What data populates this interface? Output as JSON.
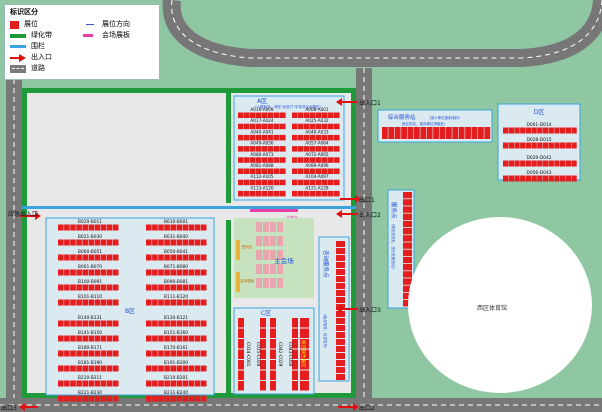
{
  "legend": {
    "title": "标识区分",
    "booth": "展位",
    "booth_direction": "展位方向",
    "green_belt": "绿化带",
    "venue_board": "会场展板",
    "fence": "围栏",
    "entrance": "出入口",
    "road": "道路"
  },
  "colors": {
    "booth": "#e41e1e",
    "green": "#1f9a3a",
    "fence": "#3aa3e0",
    "road": "#7a7a7a",
    "board": "#e53fa8",
    "entrance": "#e01010",
    "label_blue": "#1a4fd6",
    "grass": "#8fc7a3"
  },
  "zone_a": {
    "title": "A区",
    "note": "（人数较多，请在\"北校门\"中找寻企业展位）",
    "rows": [
      "A016-A009",
      "A008-A001",
      "A017-A024",
      "A025-A032",
      "A040-A041",
      "A040-A033",
      "A049-A056",
      "A057-A064",
      "A080-A073",
      "A072-A065",
      "A081-A088",
      "A089-A096",
      "A112-A105",
      "A104-A097",
      "A113-A120",
      "A121-A128"
    ]
  },
  "zone_b": {
    "title": "B区",
    "rows": [
      "B020-B011",
      "B010-B001",
      "B021-B030",
      "B031-B040",
      "B060-B051",
      "B050-B041",
      "B061-B070",
      "B071-B080",
      "B100-B091",
      "B090-B081",
      "B101-B110",
      "B111-B120",
      "B140-B131",
      "B130-B121",
      "B141-B150",
      "B151-B160",
      "B180-B171",
      "B170-B161",
      "B181-B190",
      "B191-B200",
      "B220-B211",
      "B210-B201",
      "B221-B230",
      "B231-B240"
    ]
  },
  "zone_c": {
    "title": "C区",
    "cols": [
      "C014-C001",
      "C015-C028",
      "C042-C029",
      "C043-C056"
    ],
    "special": "校企联合展区"
  },
  "zone_d": {
    "title": "D区",
    "rows": [
      "D001-D014",
      "D028-D015",
      "D029-D042",
      "D056-D043"
    ]
  },
  "service": {
    "title": "综合服务站",
    "subtitle": "（用人单位报到/制作",
    "line2": "就业协议、宣传单位领取处）"
  },
  "service_area": {
    "title": "服务点",
    "subtitle": "（简历投放处，签约处服务站）"
  },
  "consult": {
    "title": "咨询服务点",
    "subtitle": "（就业指导，信息发布）"
  },
  "main_venue": "主会场",
  "side_labels": [
    "签到处",
    "会场展板"
  ],
  "pink_label": "主席台",
  "stadium": "西区体育馆",
  "entrances": [
    "出入口1",
    "出入口2",
    "出入口3",
    "出口1",
    "出口2",
    "出口3",
    "应急出入口"
  ]
}
